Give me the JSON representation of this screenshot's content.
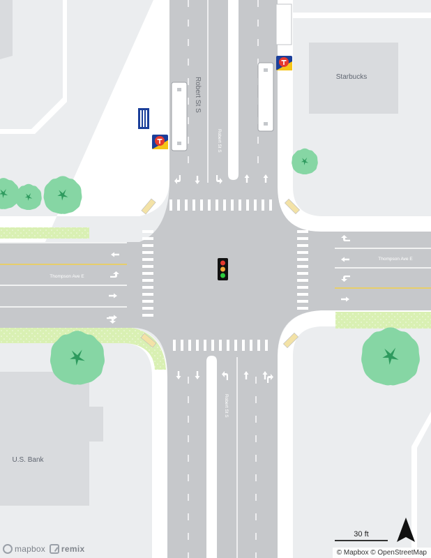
{
  "map": {
    "places": {
      "starbucks": "Starbucks",
      "us_bank": "U.S. Bank"
    },
    "roads": {
      "north_south_main": "Robert St S",
      "north_south_small": "Robert St S",
      "east_west": "Thompson Ave E"
    },
    "icons": {
      "transit_stop": "transit-stop-icon",
      "traffic_signal": "traffic-signal-icon",
      "tree": "tree-icon",
      "bike_rack": "bike-rack-icon",
      "north_arrow": "north-arrow-icon"
    },
    "colors": {
      "background": "#ebedef",
      "building": "#d9dbde",
      "road": "#c6c8cb",
      "sidewalk": "#ffffff",
      "green": "#d9f0b3",
      "tree": "#7fd69f",
      "center_line": "#f2cf4a",
      "transit_red": "#e63a2e",
      "transit_blue": "#1b3f9a",
      "transit_yellow": "#f5c518"
    }
  },
  "scale": {
    "label": "30 ft"
  },
  "logos": {
    "mapbox": "mapbox",
    "remix": "remix"
  },
  "attribution": "© Mapbox © OpenStreetMap"
}
